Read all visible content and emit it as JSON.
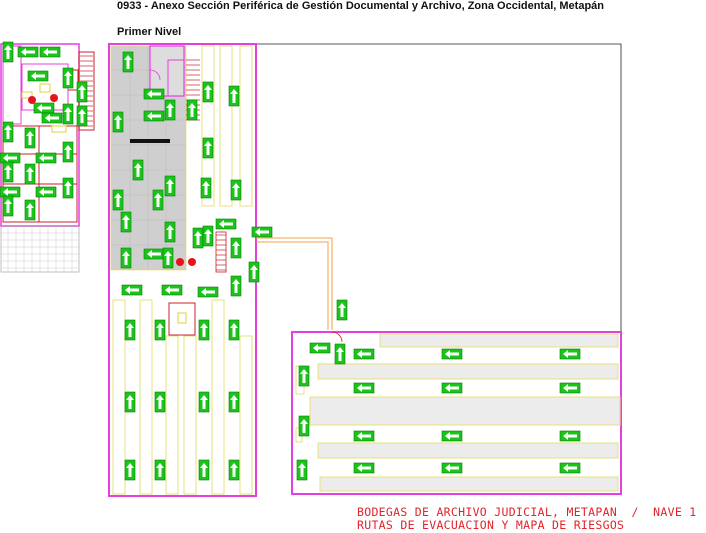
{
  "header": {
    "title": "0933 - Anexo Sección Periférica de Gestión Documental y Archivo, Zona Occidental, Metapán",
    "level": "Primer Nivel"
  },
  "caption": {
    "line1": "BODEGAS DE ARCHIVO JUDICIAL, METAPAN  /  NAVE 1",
    "line2": "RUTAS DE EVACUACION Y MAPA DE RIESGOS"
  },
  "legend_colors": {
    "exit_sign": "#19c519",
    "fire_extinguisher": "#e8141c",
    "walls": "#e43fe0",
    "shelving": "#e6e07a",
    "route": "#f0a24a"
  },
  "exit_signs": {
    "count": 76,
    "icon": "exit-arrow-icon"
  },
  "extinguishers": {
    "count": 4,
    "icon": "fire-extinguisher-icon"
  }
}
